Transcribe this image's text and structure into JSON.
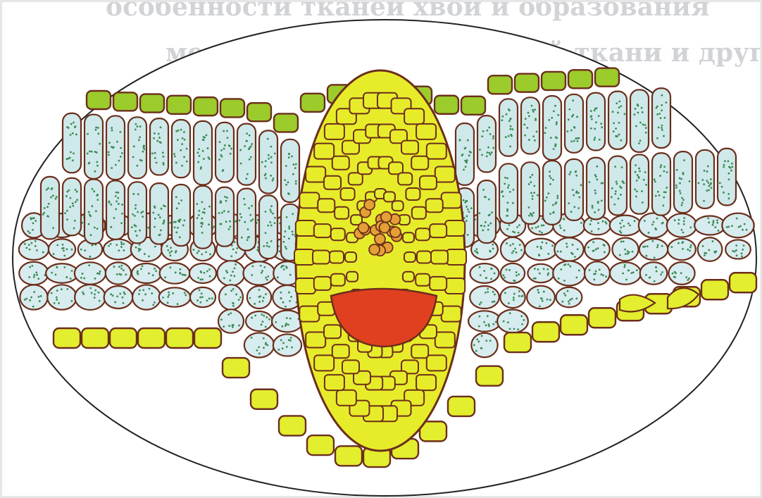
{
  "background_text": {
    "line1": "особенности тканей хвои и образования",
    "line2": "межклетников, покровной ткани и другие"
  },
  "colors": {
    "frame_background": "#ffffff",
    "frame_border": "#e3e3e3",
    "ellipse_outline": "#222222",
    "cell_outline": "#6b2e1b",
    "epidermis_green": "#9ccb2c",
    "endoderm_yellow": "#e7ec2a",
    "hypodermis_yellow": "#e2ee2e",
    "mesophyll_blue": "#cfe9ea",
    "chloroplast_dots": "#3d8a55",
    "vascular_xylem": "#e4a037",
    "phloem_red": "#e0401f",
    "mesophyll_loose": "#d7ecef"
  },
  "illustration": {
    "kind": "pine-needle-cross-section",
    "regions": [
      "epidermis",
      "palisade-mesophyll",
      "spongy-mesophyll",
      "central-vein",
      "xylem",
      "phloem",
      "lower-epidermis",
      "stoma"
    ]
  }
}
